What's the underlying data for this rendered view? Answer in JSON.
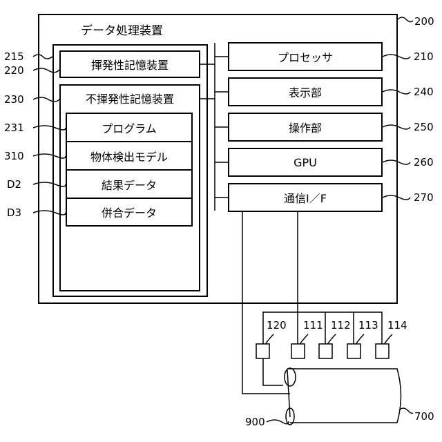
{
  "device": {
    "title": "データ処理装置",
    "ref": "200"
  },
  "memory": {
    "volatile": {
      "label": "揮発性記憶装置",
      "ref": "220"
    },
    "storage_ref": "215",
    "nonvolatile": {
      "label": "不揮発性記憶装置",
      "ref": "230"
    },
    "contents": [
      {
        "label": "プログラム",
        "ref": "231"
      },
      {
        "label": "物体検出モデル",
        "ref": "310"
      },
      {
        "label": "結果データ",
        "ref": "D2"
      },
      {
        "label": "併合データ",
        "ref": "D3"
      }
    ]
  },
  "components": [
    {
      "label": "プロセッサ",
      "ref": "210"
    },
    {
      "label": "表示部",
      "ref": "240"
    },
    {
      "label": "操作部",
      "ref": "250"
    },
    {
      "label": "GPU",
      "ref": "260"
    },
    {
      "label": "通信I／F",
      "ref": "270"
    }
  ],
  "sensors": [
    {
      "ref": "120"
    },
    {
      "ref": "111"
    },
    {
      "ref": "112"
    },
    {
      "ref": "113"
    },
    {
      "ref": "114"
    }
  ],
  "object": {
    "ref": "700"
  },
  "roller": {
    "ref": "900"
  }
}
